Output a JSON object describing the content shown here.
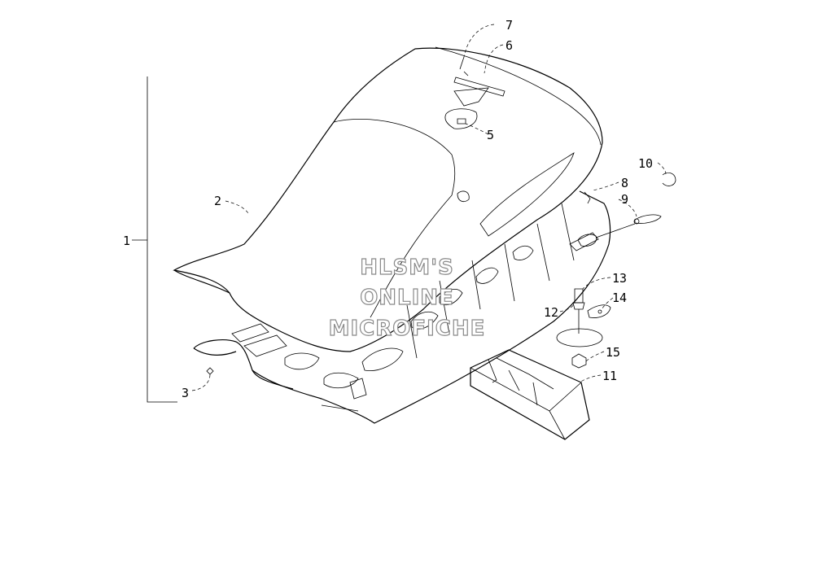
{
  "callouts": [
    {
      "id": "1",
      "label": "1"
    },
    {
      "id": "2",
      "label": "2"
    },
    {
      "id": "3",
      "label": "3"
    },
    {
      "id": "5",
      "label": "5"
    },
    {
      "id": "6",
      "label": "6"
    },
    {
      "id": "7",
      "label": "7"
    },
    {
      "id": "8",
      "label": "8"
    },
    {
      "id": "9",
      "label": "9"
    },
    {
      "id": "10",
      "label": "10"
    },
    {
      "id": "11",
      "label": "11"
    },
    {
      "id": "12",
      "label": "12"
    },
    {
      "id": "13",
      "label": "13"
    },
    {
      "id": "14",
      "label": "14"
    },
    {
      "id": "15",
      "label": "15"
    }
  ],
  "watermark": {
    "line1": "HLSM'S",
    "line2": "ONLINE",
    "line3": "MICROFICHE",
    "color": "#8a8a8a"
  },
  "colors": {
    "line": "#000000",
    "background": "#ffffff",
    "pad_shade": "#f2f2f2"
  }
}
